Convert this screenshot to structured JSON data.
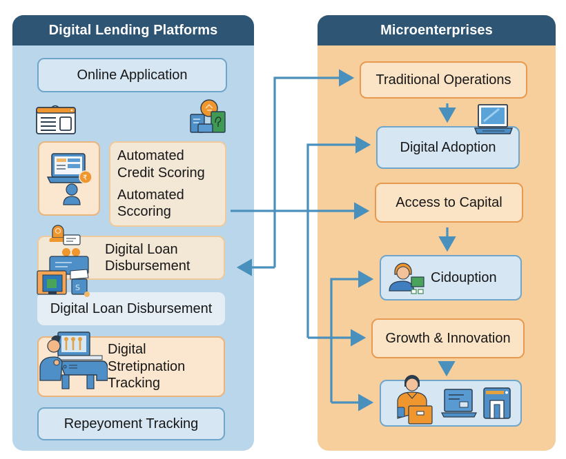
{
  "left_panel": {
    "title": "Digital Lending Platforms",
    "items": {
      "online_application": "Online Application",
      "credit_scoring_1": "Automated Credit Scoring",
      "credit_scoring_2": "Automated Sccoring",
      "loan_disbursement_card": "Digital Loan Disbursement",
      "loan_disbursement_bar": "Digital Loan Disbursement",
      "stretipnation_tracking": "Digital Stretipnation Tracking",
      "repayment_tracking": "Repeyoment Tracking"
    },
    "icons": [
      "browser-window-icon",
      "idea-documents-icon",
      "laptop-user-icon",
      "loan-disbursement-icon",
      "tracking-dashboard-icon"
    ]
  },
  "right_panel": {
    "title": "Microenterprises",
    "items": {
      "traditional_operations": "Traditional Operations",
      "digital_adoption": "Digital Adoption",
      "access_to_capital": "Access to Capital",
      "cidouption": "Cidouption",
      "growth_innovation": "Growth & Innovation"
    },
    "icons": [
      "laptop-icon",
      "person-computer-icon",
      "businessperson-icon",
      "laptop-screen-icon",
      "storefront-icon"
    ]
  },
  "colors": {
    "header": "#2e5674",
    "left_panel_bg": "#b9d6ea",
    "right_panel_bg": "#f6cf9c",
    "arrow": "#4a90bd",
    "accent_orange": "#e98b2d"
  }
}
